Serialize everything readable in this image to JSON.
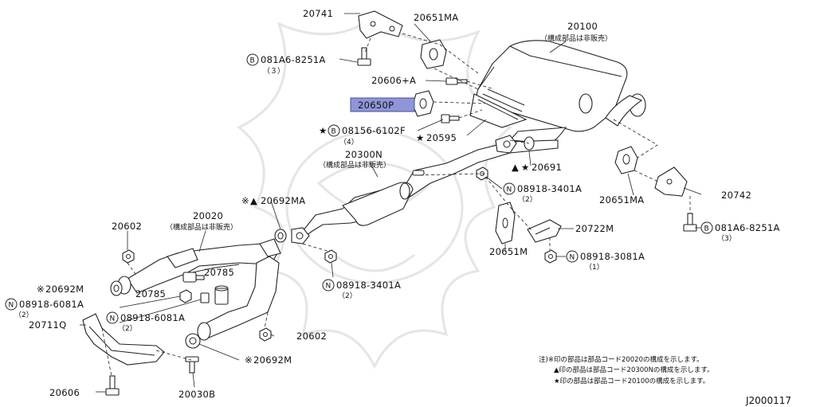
{
  "diagram": {
    "labels": {
      "p20741": "20741",
      "p20651MA_top": "20651MA",
      "p20100": "20100",
      "p20100_note": "（構成部品は非販売）",
      "b_081A6_top": "081A6-8251A",
      "b_081A6_top_qty": "（３）",
      "p20606A": "20606+A",
      "p20650P": "20650P",
      "b_08156": "08156-6102F",
      "b_08156_qty": "（4）",
      "p20595": "20595",
      "p20300N": "20300N",
      "p20300N_note": "（構成部品は非販売）",
      "p20691": "20691",
      "n_08918_3401A_r": "08918-3401A",
      "n_08918_3401A_r_qty": "（2）",
      "p20651MA_right": "20651MA",
      "p20742": "20742",
      "b_081A6_right": "081A6-8251A",
      "b_081A6_right_qty": "（3）",
      "p20692MA": "20692MA",
      "p20722M": "20722M",
      "p20602_top": "20602",
      "p20020": "20020",
      "p20020_note": "（構成部品は非販売）",
      "p20651M": "20651M",
      "n_08918_3081A": "08918-3081A",
      "n_08918_3081A_qty": "（1）",
      "p20785_a": "20785",
      "p20785_b": "20785",
      "p20692M_left": "20692M",
      "n_08918_6081A_l": "08918-6081A",
      "n_08918_6081A_l_qty": "（2）",
      "n_08918_3401A_m": "08918-3401A",
      "n_08918_3401A_m_qty": "（2）",
      "p20711Q": "20711Q",
      "n_08918_6081A_m": "08918-6081A",
      "n_08918_6081A_m_qty": "（2）",
      "p20602_bottom": "20602",
      "p20692M_bottom": "20692M",
      "p20606": "20606",
      "p20030B": "20030B"
    },
    "highlight": {
      "part": "20650P",
      "color": "#8f95d8"
    },
    "notes": {
      "line1": "注)※印の部品は部品コード20020の構成を示します。",
      "line2": "▲印の部品は部品コード20300Nの構成を示します。",
      "line3": "★印の部品は部品コード20100の構成を示します。"
    },
    "diagram_code": "J2000117",
    "symbols": {
      "star": "★",
      "triangle": "▲",
      "kome": "※",
      "bolt_b": "B",
      "nut_n": "N"
    }
  }
}
